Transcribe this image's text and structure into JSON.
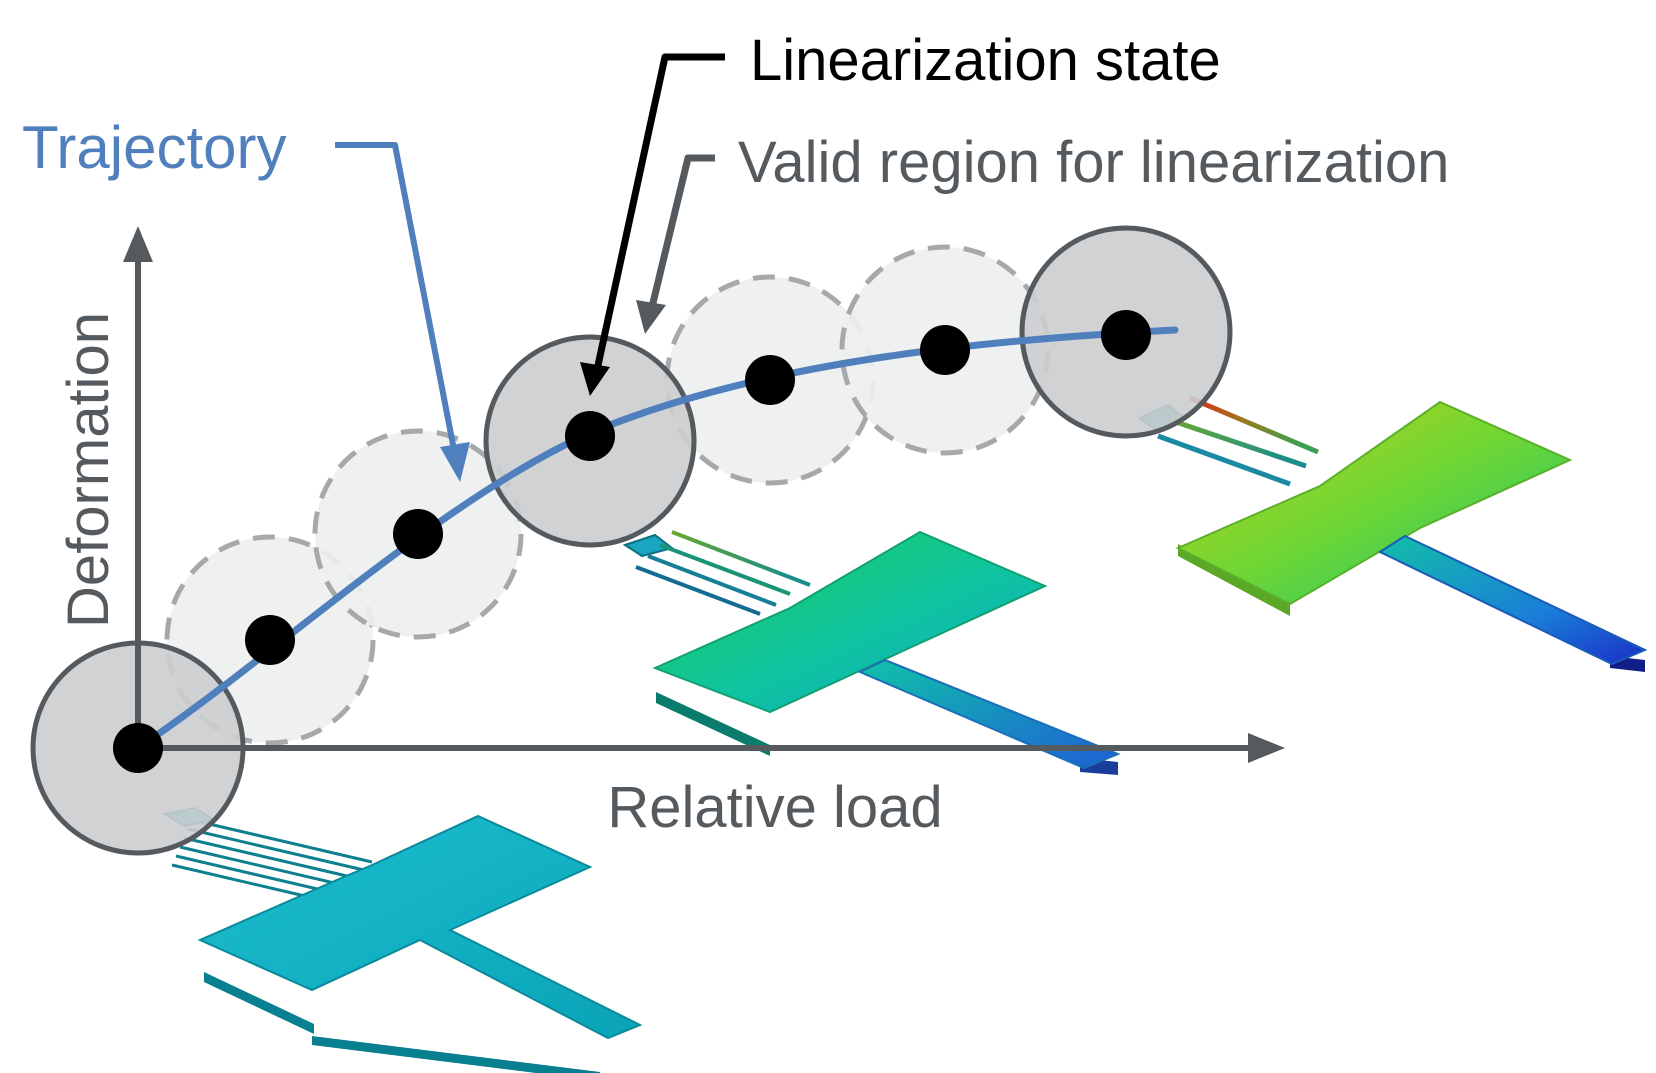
{
  "labels": {
    "linearization_state": "Linearization state",
    "trajectory": "Trajectory",
    "valid_region": "Valid region for linearization",
    "y_axis": "Deformation",
    "x_axis": "Relative load"
  },
  "colors": {
    "trajectory": "#4f7fbd",
    "axis": "#555a5f",
    "state_region_fill": "#cccdce",
    "intermediate_region_fill": "#eeefef",
    "intermediate_region_stroke": "#a6a8aa",
    "point": "#000000",
    "label_linearization": "#000000",
    "label_valid_region": "#555a5f",
    "label_trajectory": "#4f7fbd"
  }
}
